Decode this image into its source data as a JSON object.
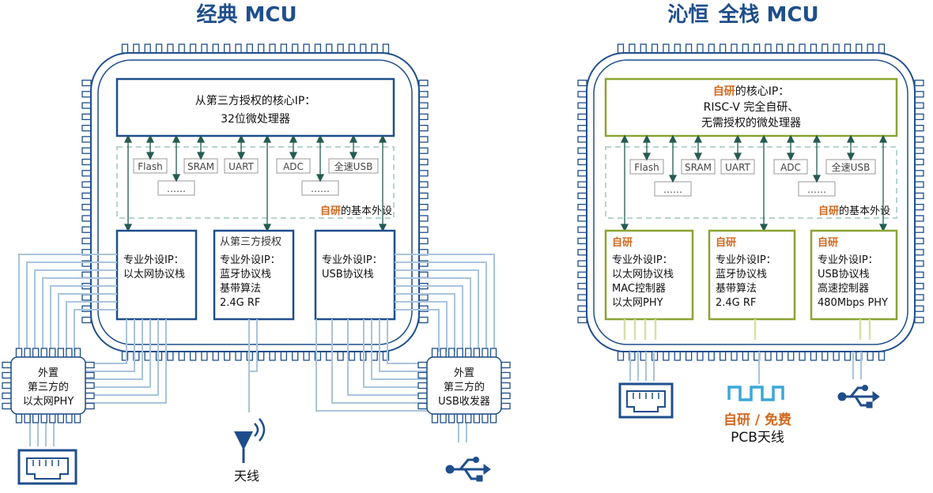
{
  "left": {
    "title": "经典 MCU",
    "core": {
      "line1": "从第三方授权的核心IP：",
      "line2": "32位微处理器"
    },
    "peripherals": [
      "Flash",
      "SRAM",
      "UART",
      "ADC",
      "全速USB"
    ],
    "ellipsis": "……",
    "basic_label_prefix": "自研",
    "basic_label_suffix": "的基本外设",
    "blocks": [
      {
        "header": "",
        "lines": [
          "专业外设IP：",
          "以太网协议栈"
        ]
      },
      {
        "header": "从第三方授权",
        "lines": [
          "专业外设IP：",
          "蓝牙协议栈",
          "基带算法",
          "2.4G RF"
        ]
      },
      {
        "header": "",
        "lines": [
          "专业外设IP：",
          "USB协议栈"
        ]
      }
    ],
    "ext_phy": [
      "外置",
      "第三方的",
      "以太网PHY"
    ],
    "ext_usb": [
      "外置",
      "第三方的",
      "USB收发器"
    ],
    "antenna_label": "天线"
  },
  "right": {
    "title_brand": "沁恒",
    "title_rest": "全栈 MCU",
    "core": {
      "prefix": "自研",
      "line1_rest": "的核心IP：",
      "line2": "RISC-V 完全自研、",
      "line3": "无需授权的微处理器"
    },
    "peripherals": [
      "Flash",
      "SRAM",
      "UART",
      "ADC",
      "全速USB"
    ],
    "ellipsis": "……",
    "basic_label_prefix": "自研",
    "basic_label_suffix": "的基本外设",
    "blocks": [
      {
        "header": "自研",
        "lines": [
          "专业外设IP：",
          "以太网协议栈",
          "MAC控制器",
          "以太网PHY"
        ]
      },
      {
        "header": "自研",
        "lines": [
          "专业外设IP：",
          "蓝牙协议栈",
          "基带算法",
          "2.4G RF"
        ]
      },
      {
        "header": "自研",
        "lines": [
          "专业外设IP：",
          "USB协议栈",
          "高速控制器",
          "480Mbps PHY"
        ]
      }
    ],
    "pcb_top": "自研 / 免费",
    "pcb_bottom": "PCB天线"
  },
  "colors": {
    "navy": "#1f4e8c",
    "green": "#8aa432",
    "orange": "#d2691e",
    "light_blue": "#a9c4de",
    "dashed": "#b8d4cf"
  }
}
